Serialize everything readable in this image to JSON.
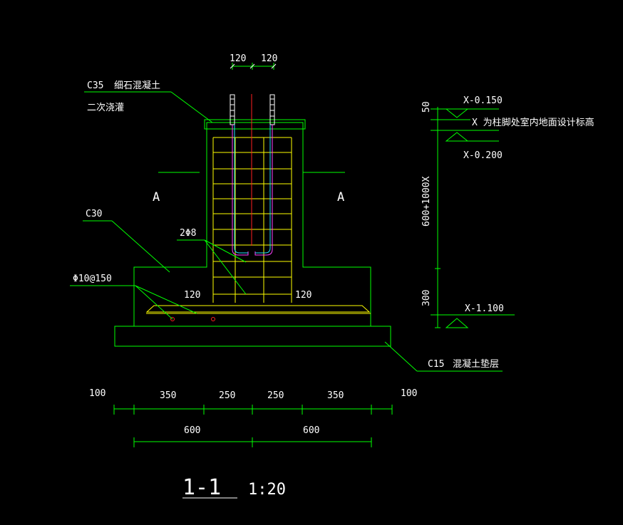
{
  "labels": {
    "top_left_dim": "120",
    "top_right_dim": "120",
    "c35": "C35",
    "c35_note": "细石混凝土",
    "second_pour": "二次浇灌",
    "section_left": "A",
    "section_right": "A",
    "c30": "C30",
    "bar_2phi8": "2Φ8",
    "rebar_mesh": "Φ10@150",
    "inner_left_dim": "120",
    "inner_right_dim": "120",
    "c15": "C15",
    "c15_note": "混凝土垫层",
    "dim_50": "50",
    "dim_column": "600+1000X",
    "dim_300": "300",
    "level_top": "X-0.150",
    "level_note": "X 为柱脚处室内地面设计标高",
    "level_mid": "X-0.200",
    "level_bottom": "X-1.100",
    "title": "1-1",
    "scale": "1:20"
  },
  "dims_row1": [
    "100",
    "350",
    "250",
    "250",
    "350",
    "100"
  ],
  "dims_row2": [
    "600",
    "600"
  ],
  "colors": {
    "background": "#000000",
    "outline": "#00ff00",
    "rebar": "#ffff00",
    "anchor_bolt": "#ff2020",
    "text": "#ffffff"
  }
}
